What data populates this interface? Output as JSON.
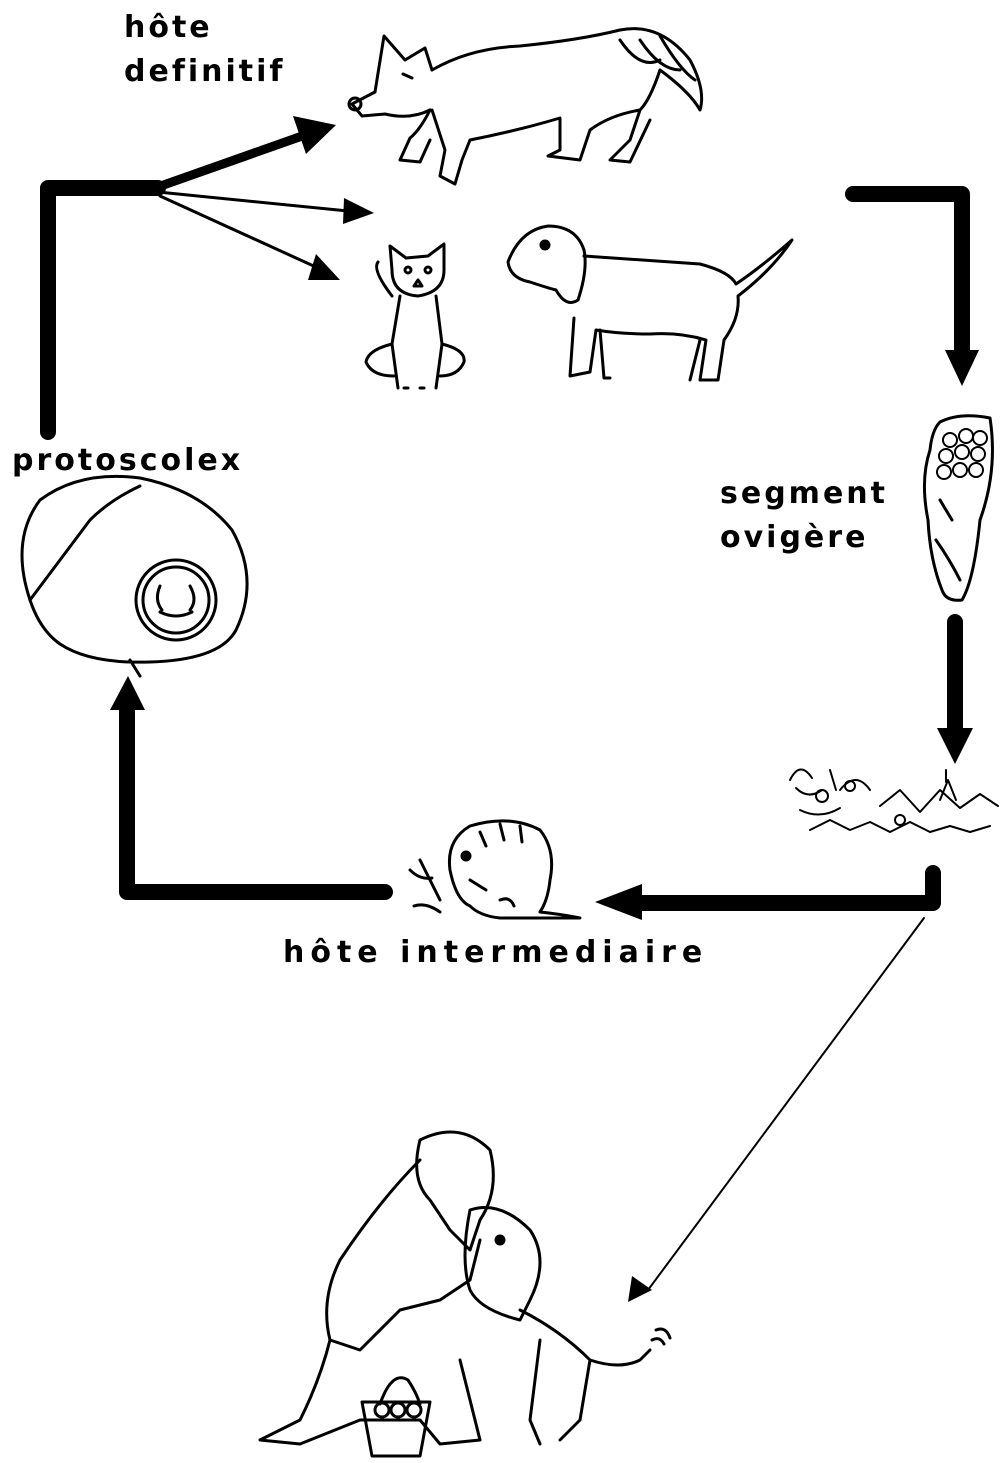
{
  "labels": {
    "definitive_host": [
      "hôte",
      "definitif"
    ],
    "protoscolex": "protoscolex",
    "egg_segment": [
      "segment",
      "ovigère"
    ],
    "intermediate_host": "hôte intermediaire"
  },
  "colors": {
    "ink": "#000000",
    "paper": "#ffffff"
  }
}
